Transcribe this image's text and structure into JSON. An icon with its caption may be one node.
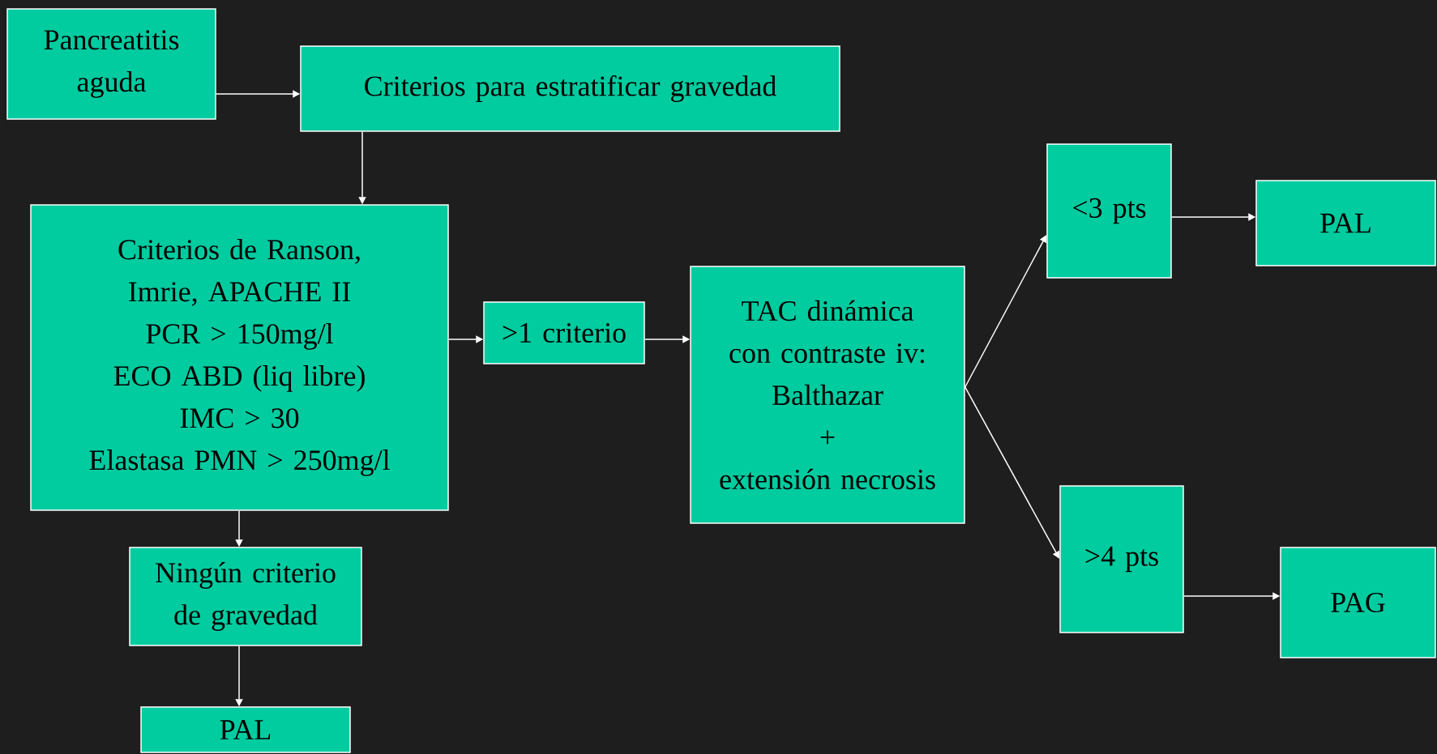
{
  "diagram": {
    "nodes": [
      {
        "text": [
          "Pancreatitis aguda"
        ]
      },
      {
        "text": [
          "Criterios para estratificar gravedad"
        ]
      },
      {
        "text": [
          "Criterios de Ranson, Imrie, APACHE II",
          "PCR > 150mg/l",
          "ECO ABD (liq libre)",
          "IMC > 30",
          "Elastasa PMN > 250mg/l"
        ]
      },
      {
        "text": [
          ">1 criterio"
        ]
      },
      {
        "text": [
          "TAC dinámica con contraste iv:",
          "Balthazar",
          "+",
          "extensión necrosis"
        ]
      },
      {
        "text": [
          "<3 pts"
        ]
      },
      {
        "text": [
          "PAL"
        ]
      },
      {
        "text": [
          ">4 pts"
        ]
      },
      {
        "text": [
          "PAG"
        ]
      },
      {
        "text": [
          "Ningún criterio de gravedad"
        ]
      },
      {
        "text": [
          "PAL"
        ]
      }
    ],
    "edges": [
      {
        "from": 0,
        "to": 1,
        "arrow": "to"
      },
      {
        "from": 1,
        "to": 2,
        "arrow": "to"
      },
      {
        "from": 2,
        "to": 3,
        "arrow": "to"
      },
      {
        "from": 3,
        "to": 4,
        "arrow": "to"
      },
      {
        "from": 4,
        "to": 5,
        "arrow": "to"
      },
      {
        "from": 4,
        "to": 7,
        "arrow": "to"
      },
      {
        "from": 5,
        "to": 6,
        "arrow": "to"
      },
      {
        "from": 7,
        "to": 8,
        "arrow": "to"
      },
      {
        "from": 2,
        "to": 9,
        "arrow": "to"
      },
      {
        "from": 9,
        "to": 10,
        "arrow": "to"
      }
    ]
  }
}
